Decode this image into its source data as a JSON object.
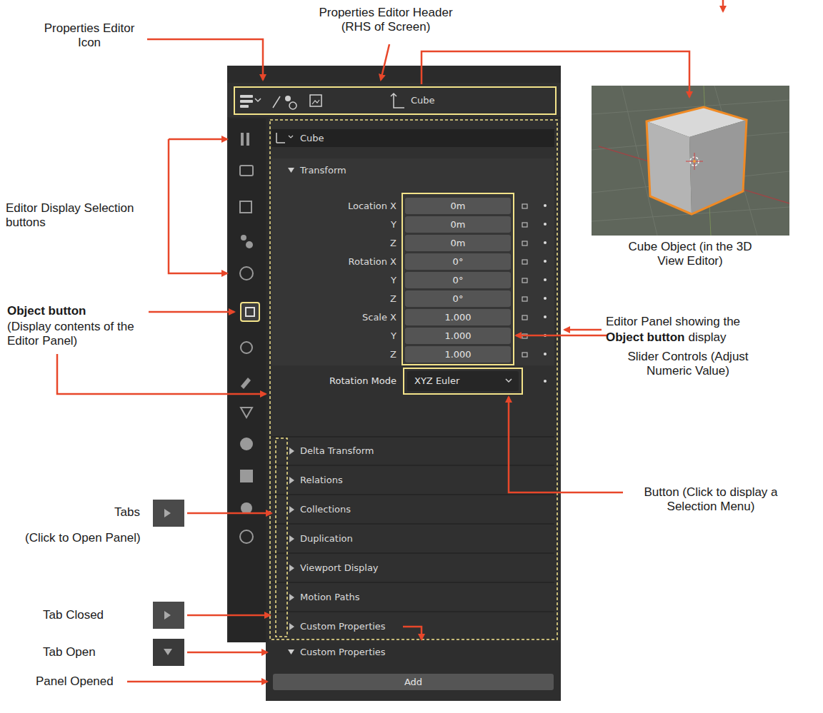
{
  "diagram": {
    "labels": [
      "Properties Editor Icon",
      "Properties Editor Header (RHS of Screen)",
      "Cube",
      "Cube",
      "Transform",
      "Location X",
      "Y",
      "Z",
      "Rotation X",
      "Y",
      "Z",
      "Scale X",
      "Y",
      "Z",
      "Rotation Mode",
      "0m",
      "0m",
      "0m",
      "0°",
      "0°",
      "0°",
      "1.000",
      "1.000",
      "1.000",
      "XYZ Euler",
      "Delta Transform",
      "Relations",
      "Collections",
      "Duplication",
      "Viewport Display",
      "Motion Paths",
      "Custom Properties",
      "Custom Properties",
      "Add",
      "Editor Display Selection buttons",
      "Object button",
      "(Display contents of the Editor Panel)",
      "Tabs",
      "(Click to Open Panel)",
      "Tab Closed",
      "Tab Open",
      "Panel Opened",
      "Cube Object (in the 3D View Editor)",
      "Editor Panel showing the",
      "Object button",
      "display",
      "Slider Controls (Adjust Numeric Value)",
      "Button (Click to display a Selection Menu)"
    ]
  }
}
